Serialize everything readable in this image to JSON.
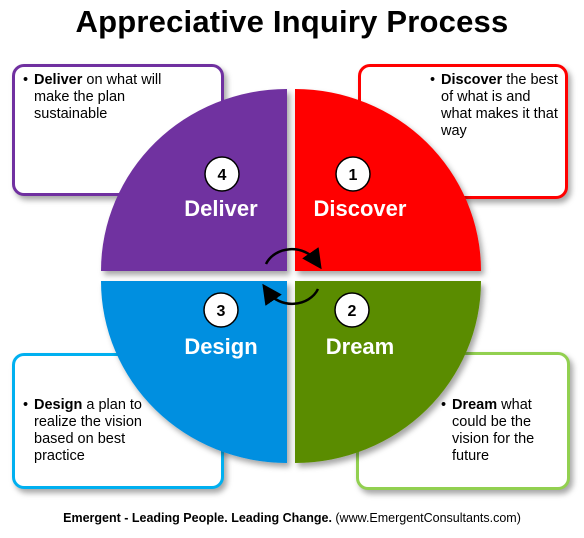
{
  "title": "Appreciative Inquiry Process",
  "quadrants": [
    {
      "number": "4",
      "label": "Deliver",
      "color": "#7030a0"
    },
    {
      "number": "1",
      "label": "Discover",
      "color": "#ff0000"
    },
    {
      "number": "3",
      "label": "Design",
      "color": "#008fe0"
    },
    {
      "number": "2",
      "label": "Dream",
      "color": "#5a8c00"
    }
  ],
  "cards": {
    "deliver": {
      "bold": "Deliver",
      "rest": " on what will make the plan sustainable",
      "border": "#7030a0"
    },
    "discover": {
      "bold": "Discover",
      "rest": " the best of what is and what makes it that way",
      "border": "#ff0000"
    },
    "design": {
      "bold": "Design",
      "rest": " a plan to realize the vision based on best practice",
      "border": "#00b0f0"
    },
    "dream": {
      "bold": "Dream",
      "rest": " what could be the vision for the future",
      "border": "#92d050"
    }
  },
  "footer": {
    "bold": "Emergent - Leading People. Leading Change.",
    "rest": " (www.EmergentConsultants.com)"
  }
}
